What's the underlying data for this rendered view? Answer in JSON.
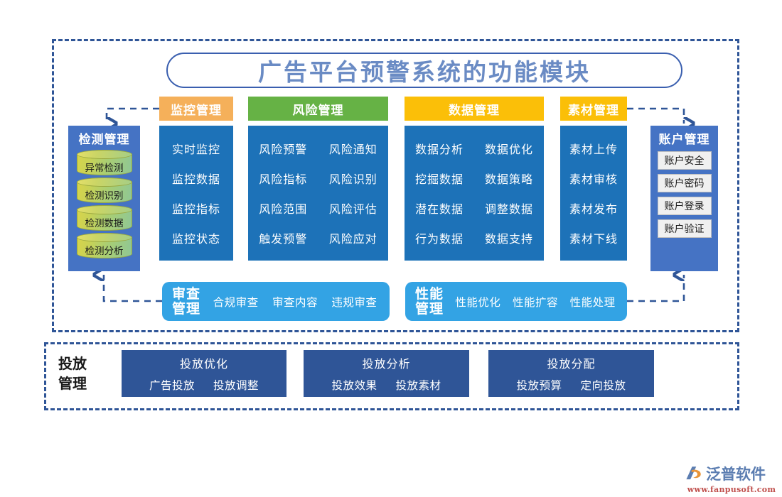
{
  "title": "广告平台预警系统的功能模块",
  "colors": {
    "frame_dash": "#2F5597",
    "panel_blue": "#1D72B8",
    "module_blue": "#4573C4",
    "bar_blue": "#33A3E4",
    "bottom_blue": "#2F5597",
    "chip_monitor": "#F5B05A",
    "chip_risk": "#66B245",
    "chip_data": "#FBBF08",
    "chip_asset": "#FBBF08",
    "title_text": "#6A8BC4"
  },
  "categories": [
    {
      "key": "monitor",
      "label": "监控管理",
      "columns": 1,
      "items": [
        "实时监控",
        "监控数据",
        "监控指标",
        "监控状态"
      ]
    },
    {
      "key": "risk",
      "label": "风险管理",
      "columns": 2,
      "items": [
        "风险预警",
        "风险通知",
        "风险指标",
        "风险识别",
        "风险范围",
        "风险评估",
        "触发预警",
        "风险应对"
      ]
    },
    {
      "key": "data",
      "label": "数据管理",
      "columns": 2,
      "items": [
        "数据分析",
        "数据优化",
        "挖掘数据",
        "数据策略",
        "潜在数据",
        "调整数据",
        "行为数据",
        "数据支持"
      ]
    },
    {
      "key": "asset",
      "label": "素材管理",
      "columns": 1,
      "items": [
        "素材上传",
        "素材审核",
        "素材发布",
        "素材下线"
      ]
    }
  ],
  "detection_module": {
    "title": "检测管理",
    "items": [
      "异常检测",
      "检测识别",
      "检测数据",
      "检测分析"
    ]
  },
  "account_module": {
    "title": "账户管理",
    "items": [
      "账户安全",
      "账户密码",
      "账户登录",
      "账户验证"
    ]
  },
  "bars": [
    {
      "key": "review",
      "title": "审查\n管理",
      "items": [
        "合规审查",
        "审查内容",
        "违规审查"
      ]
    },
    {
      "key": "performance",
      "title": "性能\n管理",
      "items": [
        "性能优化",
        "性能扩容",
        "性能处理"
      ]
    }
  ],
  "delivery": {
    "title": "投放\n管理",
    "boxes": [
      {
        "title": "投放优化",
        "items": [
          "广告投放",
          "投放调整"
        ]
      },
      {
        "title": "投放分析",
        "items": [
          "投放效果",
          "投放素材"
        ]
      },
      {
        "title": "投放分配",
        "items": [
          "投放预算",
          "定向投放"
        ]
      }
    ]
  },
  "watermark": {
    "brand": "泛普软件",
    "url": "www.fanpusoft.com"
  }
}
